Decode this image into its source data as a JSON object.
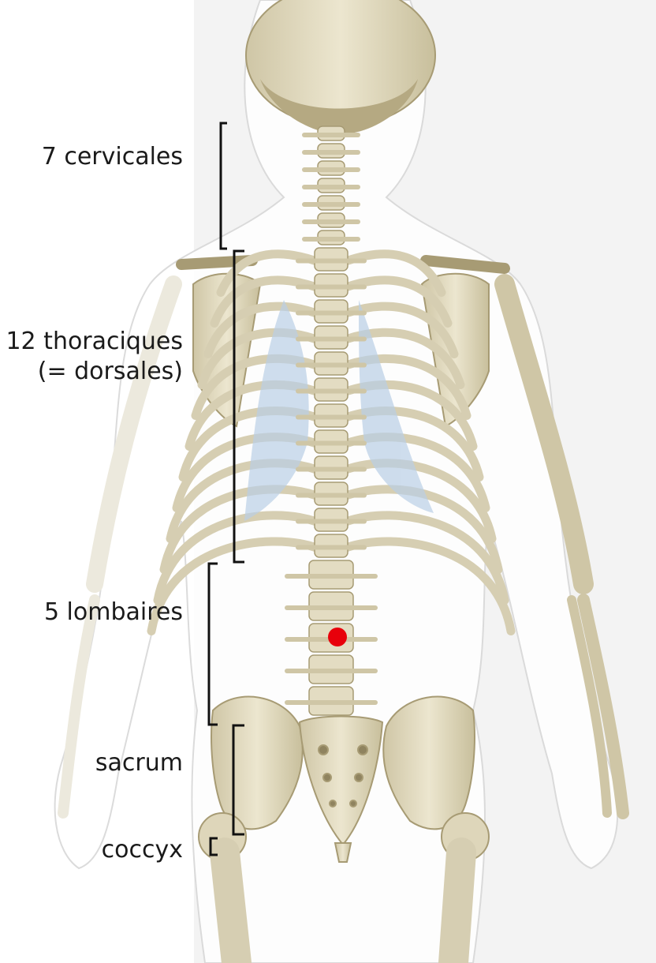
{
  "labels": {
    "cervical": "7 cervicales",
    "thoracic_line1": "12 thoraciques",
    "thoracic_line2": "(= dorsales)",
    "lumbar": "5 lombaires",
    "sacrum": "sacrum",
    "coccyx": "coccyx"
  },
  "colors": {
    "bone": "#e3dcc2",
    "bone_shadow": "#b9ad88",
    "silhouette": "#eeeeee",
    "lung": "#b9cfe6",
    "marker": "#e8000b",
    "bracket": "#111111"
  }
}
